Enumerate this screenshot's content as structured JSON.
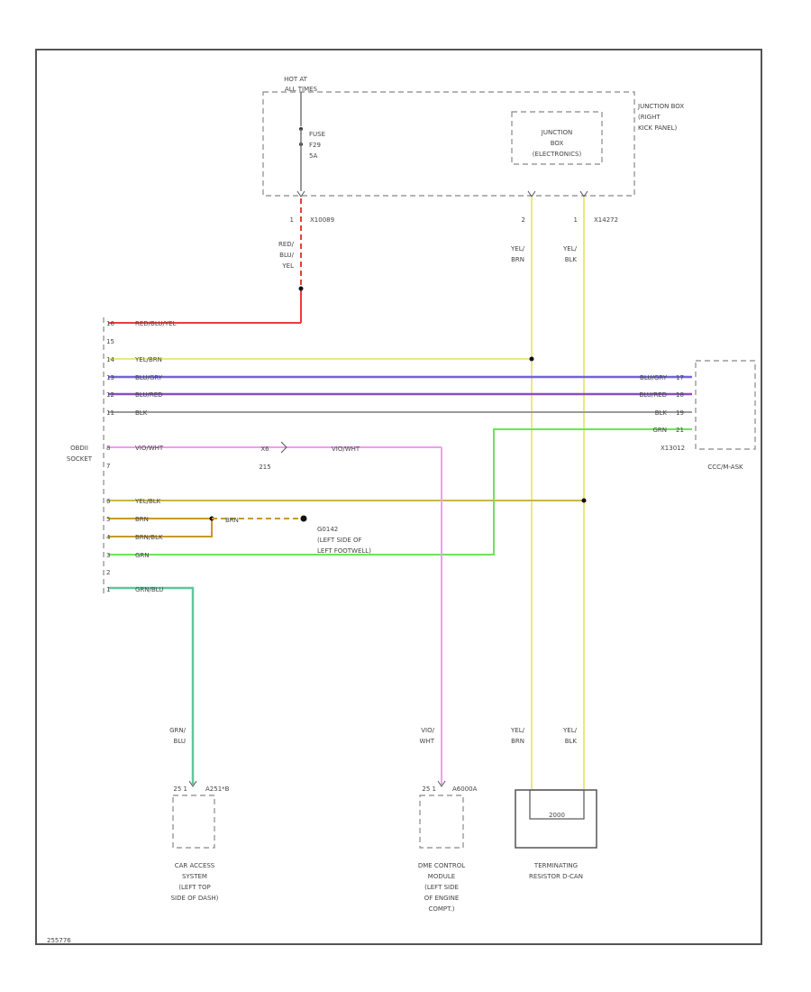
{
  "hot_at_all_times": [
    "HOT AT",
    "ALL TIMES"
  ],
  "fuse": [
    "FUSE",
    "F29",
    "5A"
  ],
  "junction_box_rear": [
    "JUNCTION BOX",
    "(RIGHT",
    "KICK PANEL)"
  ],
  "junction_box_electronics": [
    "JUNCTION",
    "BOX",
    "(ELECTRONICS)"
  ],
  "connector_x10089": "X10089",
  "connector_x14272": "X14272",
  "connector_x13012": "X13012",
  "pin_1": "1",
  "pin_2": "2",
  "wire_red_blu_yel": [
    "RED/",
    "BLU/",
    "YEL"
  ],
  "wire_yel_brn": [
    "YEL/",
    "BRN"
  ],
  "wire_yel_blk": [
    "YEL/",
    "BLK"
  ],
  "obd_rows": [
    {
      "pin": "16",
      "label": "RED/BLU/YEL"
    },
    {
      "pin": "15",
      "label": ""
    },
    {
      "pin": "14",
      "label": "YEL/BRN"
    },
    {
      "pin": "13",
      "label": "BLU/GRY"
    },
    {
      "pin": "12",
      "label": "BLU/RED"
    },
    {
      "pin": "11",
      "label": "BLK"
    },
    {
      "pin": "8",
      "label": "VIO/WHT"
    },
    {
      "pin": "7",
      "label": ""
    },
    {
      "pin": "6",
      "label": "YEL/BLK"
    },
    {
      "pin": "5",
      "label": "BRN"
    },
    {
      "pin": "4",
      "label": "BRN/BLK"
    },
    {
      "pin": "3",
      "label": "GRN"
    },
    {
      "pin": "2",
      "label": ""
    },
    {
      "pin": "1",
      "label": "GRN/BLU"
    }
  ],
  "obd_socket": [
    "OBDII",
    "SOCKET"
  ],
  "right_rows": [
    {
      "label": "BLU/GRY",
      "pin": "17"
    },
    {
      "label": "BLU/RED",
      "pin": "18"
    },
    {
      "label": "BLK",
      "pin": "19"
    },
    {
      "label": "GRN",
      "pin": "21"
    }
  ],
  "ccc": "CCC/M-ASK",
  "x6": [
    "X6",
    "215"
  ],
  "vio_wht_right": "VIO/WHT",
  "brn_ground": "BRN",
  "ground_g": [
    "G0142",
    "(LEFT SIDE OF",
    "LEFT FOOTWELL)"
  ],
  "bottom_wire_grn_blu": [
    "GRN/",
    "BLU"
  ],
  "bottom_wire_vio_wht": [
    "VIO/",
    "WHT"
  ],
  "bottom_wire_yel_brn": [
    "YEL/",
    "BRN"
  ],
  "bottom_wire_yel_blk": [
    "YEL/",
    "BLK"
  ],
  "cas_pin": "25 1",
  "cas_conn": "A251*B",
  "dme_pin": "25 1",
  "dme_conn": "A6000A",
  "resistor_inner": "2000",
  "cas_label": [
    "CAR ACCESS",
    "SYSTEM",
    "(LEFT TOP",
    "SIDE OF DASH)"
  ],
  "dme_label": [
    "DME CONTROL",
    "MODULE",
    "(LEFT SIDE",
    "OF ENGINE",
    "COMPT.)"
  ],
  "resistor_label": [
    "TERMINATING",
    "RESISTOR D-CAN"
  ],
  "footer_code": "255776",
  "colors": {
    "red": "#ef3b3b",
    "yellow": "#eaea7a",
    "purple_blue": "#6f63d8",
    "purple_red": "#8a4dc7",
    "gray": "#9a9a9a",
    "pink": "#ef9ef0",
    "green": "#6ee35a",
    "brown_yellow": "#c8b64a",
    "brown": "#c79a2a",
    "teal": "#5fc79a"
  }
}
